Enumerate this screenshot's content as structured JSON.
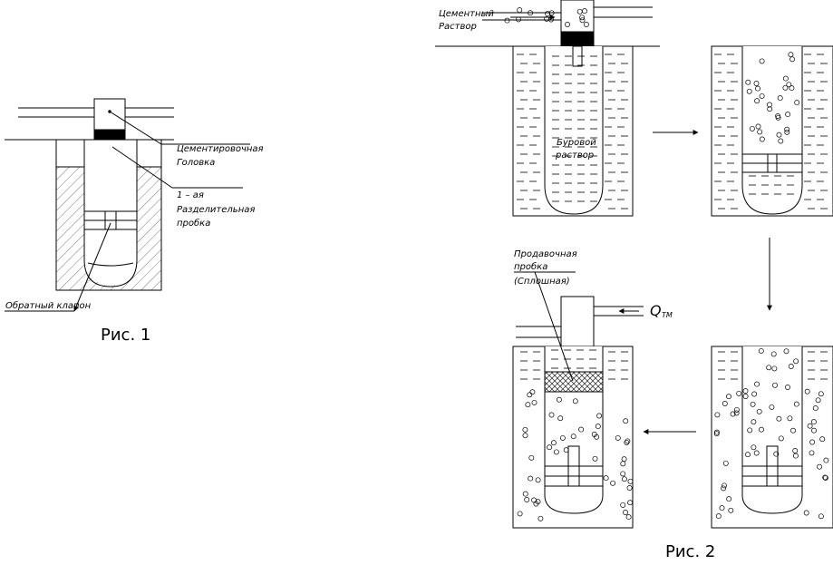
{
  "fig1": {
    "label_head_1": "Цементировочная",
    "label_head_2": "Головка",
    "label_plug_1": "1 – ая",
    "label_plug_2": "Разделительная",
    "label_plug_3": "пробка",
    "label_valve": "Обратный клапон",
    "caption": "Рис. 1"
  },
  "fig2": {
    "label_cement_1": "Цементный",
    "label_cement_2": "Раствор",
    "label_mud_1": "Буровой",
    "label_mud_2": "раствор",
    "label_push_1": "Продавочная",
    "label_push_2": "пробка",
    "label_push_3": "(Сплошная)",
    "label_flow": "Q",
    "label_flow_sub": "ТМ",
    "caption": "Рис. 2"
  }
}
